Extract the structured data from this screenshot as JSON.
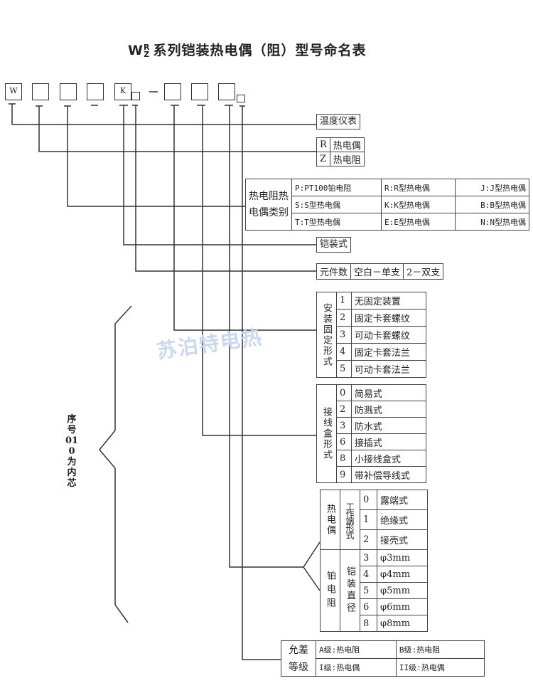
{
  "title": {
    "prefix": "W",
    "sup_top": "R",
    "sup_bottom": "Z",
    "text": "系列铠装热电偶（阻）型号命名表"
  },
  "code_boxes": {
    "first": "W",
    "fifth": "K",
    "dash": "—"
  },
  "instrument": "温度仪表",
  "type_rz": [
    {
      "code": "R",
      "label": "热电偶"
    },
    {
      "code": "Z",
      "label": "热电阻"
    }
  ],
  "category": {
    "header": "热电阻热电偶类别",
    "rows": [
      [
        "P:PT100铂电阻",
        "R:R型热电偶",
        "J:J型热电偶"
      ],
      [
        "S:S型热电偶",
        "K:K型热电偶",
        "B:B型热电偶"
      ],
      [
        "T:T型热电偶",
        "E:E型热电偶",
        "N:N型热电偶"
      ]
    ]
  },
  "armored": "铠装式",
  "elements": {
    "label": "元件数",
    "opt1": "空白－单支",
    "opt2": "2－双支"
  },
  "mounting": {
    "header": "安装固定形式",
    "rows": [
      [
        "1",
        "无固定装置"
      ],
      [
        "2",
        "固定卡套螺纹"
      ],
      [
        "3",
        "可动卡套螺纹"
      ],
      [
        "4",
        "固定卡套法兰"
      ],
      [
        "5",
        "可动卡套法兰"
      ]
    ]
  },
  "junction_box": {
    "header": "接线盒形式",
    "rows": [
      [
        "0",
        "简易式"
      ],
      [
        "2",
        "防溅式"
      ],
      [
        "3",
        "防水式"
      ],
      [
        "6",
        "接插式"
      ],
      [
        "8",
        "小接线盒式"
      ],
      [
        "9",
        "带补偿导线式"
      ]
    ]
  },
  "thermocouple": {
    "header": "热电偶",
    "sub": "工作端形式",
    "rows": [
      [
        "0",
        "露端式"
      ],
      [
        "1",
        "绝缘式"
      ],
      [
        "2",
        "接壳式"
      ]
    ]
  },
  "rtd": {
    "header": "铂电阻",
    "sub": "铠装直径",
    "rows": [
      [
        "3",
        "φ3mm"
      ],
      [
        "4",
        "φ4mm"
      ],
      [
        "5",
        "φ5mm"
      ],
      [
        "6",
        "φ6mm"
      ],
      [
        "8",
        "φ8mm"
      ]
    ]
  },
  "tolerance": {
    "header": "允差等级",
    "rows": [
      [
        "A级:热电阻",
        "B级:热电阻"
      ],
      [
        "I级:热电偶",
        "II级:热电偶"
      ]
    ]
  },
  "side_note": "序号010为内芯",
  "watermark": "苏泊特电热"
}
